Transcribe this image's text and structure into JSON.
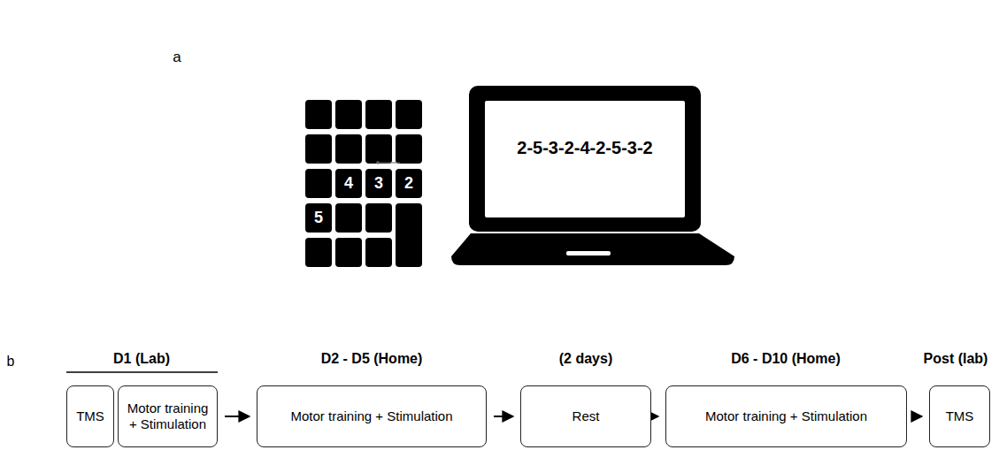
{
  "diagram": {
    "nodes": [
      {
        "text": [
          "TMS"
        ]
      },
      {
        "text": [
          "Motor training + Stimulation"
        ]
      },
      {
        "text": [
          "Motor training + Stimulation"
        ]
      },
      {
        "text": [
          "Rest"
        ]
      },
      {
        "text": [
          "Motor training + Stimulation"
        ]
      },
      {
        "text": [
          "TMS"
        ]
      }
    ],
    "edges": [
      {
        "from": 1,
        "to": 2,
        "arrow": "to"
      },
      {
        "from": 2,
        "to": 3,
        "arrow": "to"
      },
      {
        "from": 3,
        "to": 4,
        "arrow": "to"
      },
      {
        "from": 4,
        "to": 5,
        "arrow": "to"
      }
    ],
    "labels": [
      "a",
      "4",
      "3",
      "2",
      "5",
      "2-5-3-2-4-2-5-3-2",
      "b",
      "D1 (Lab)",
      "D2 - D5 (Home)",
      "(2 days)",
      "D6 - D10 (Home)",
      "Post (lab)"
    ]
  }
}
